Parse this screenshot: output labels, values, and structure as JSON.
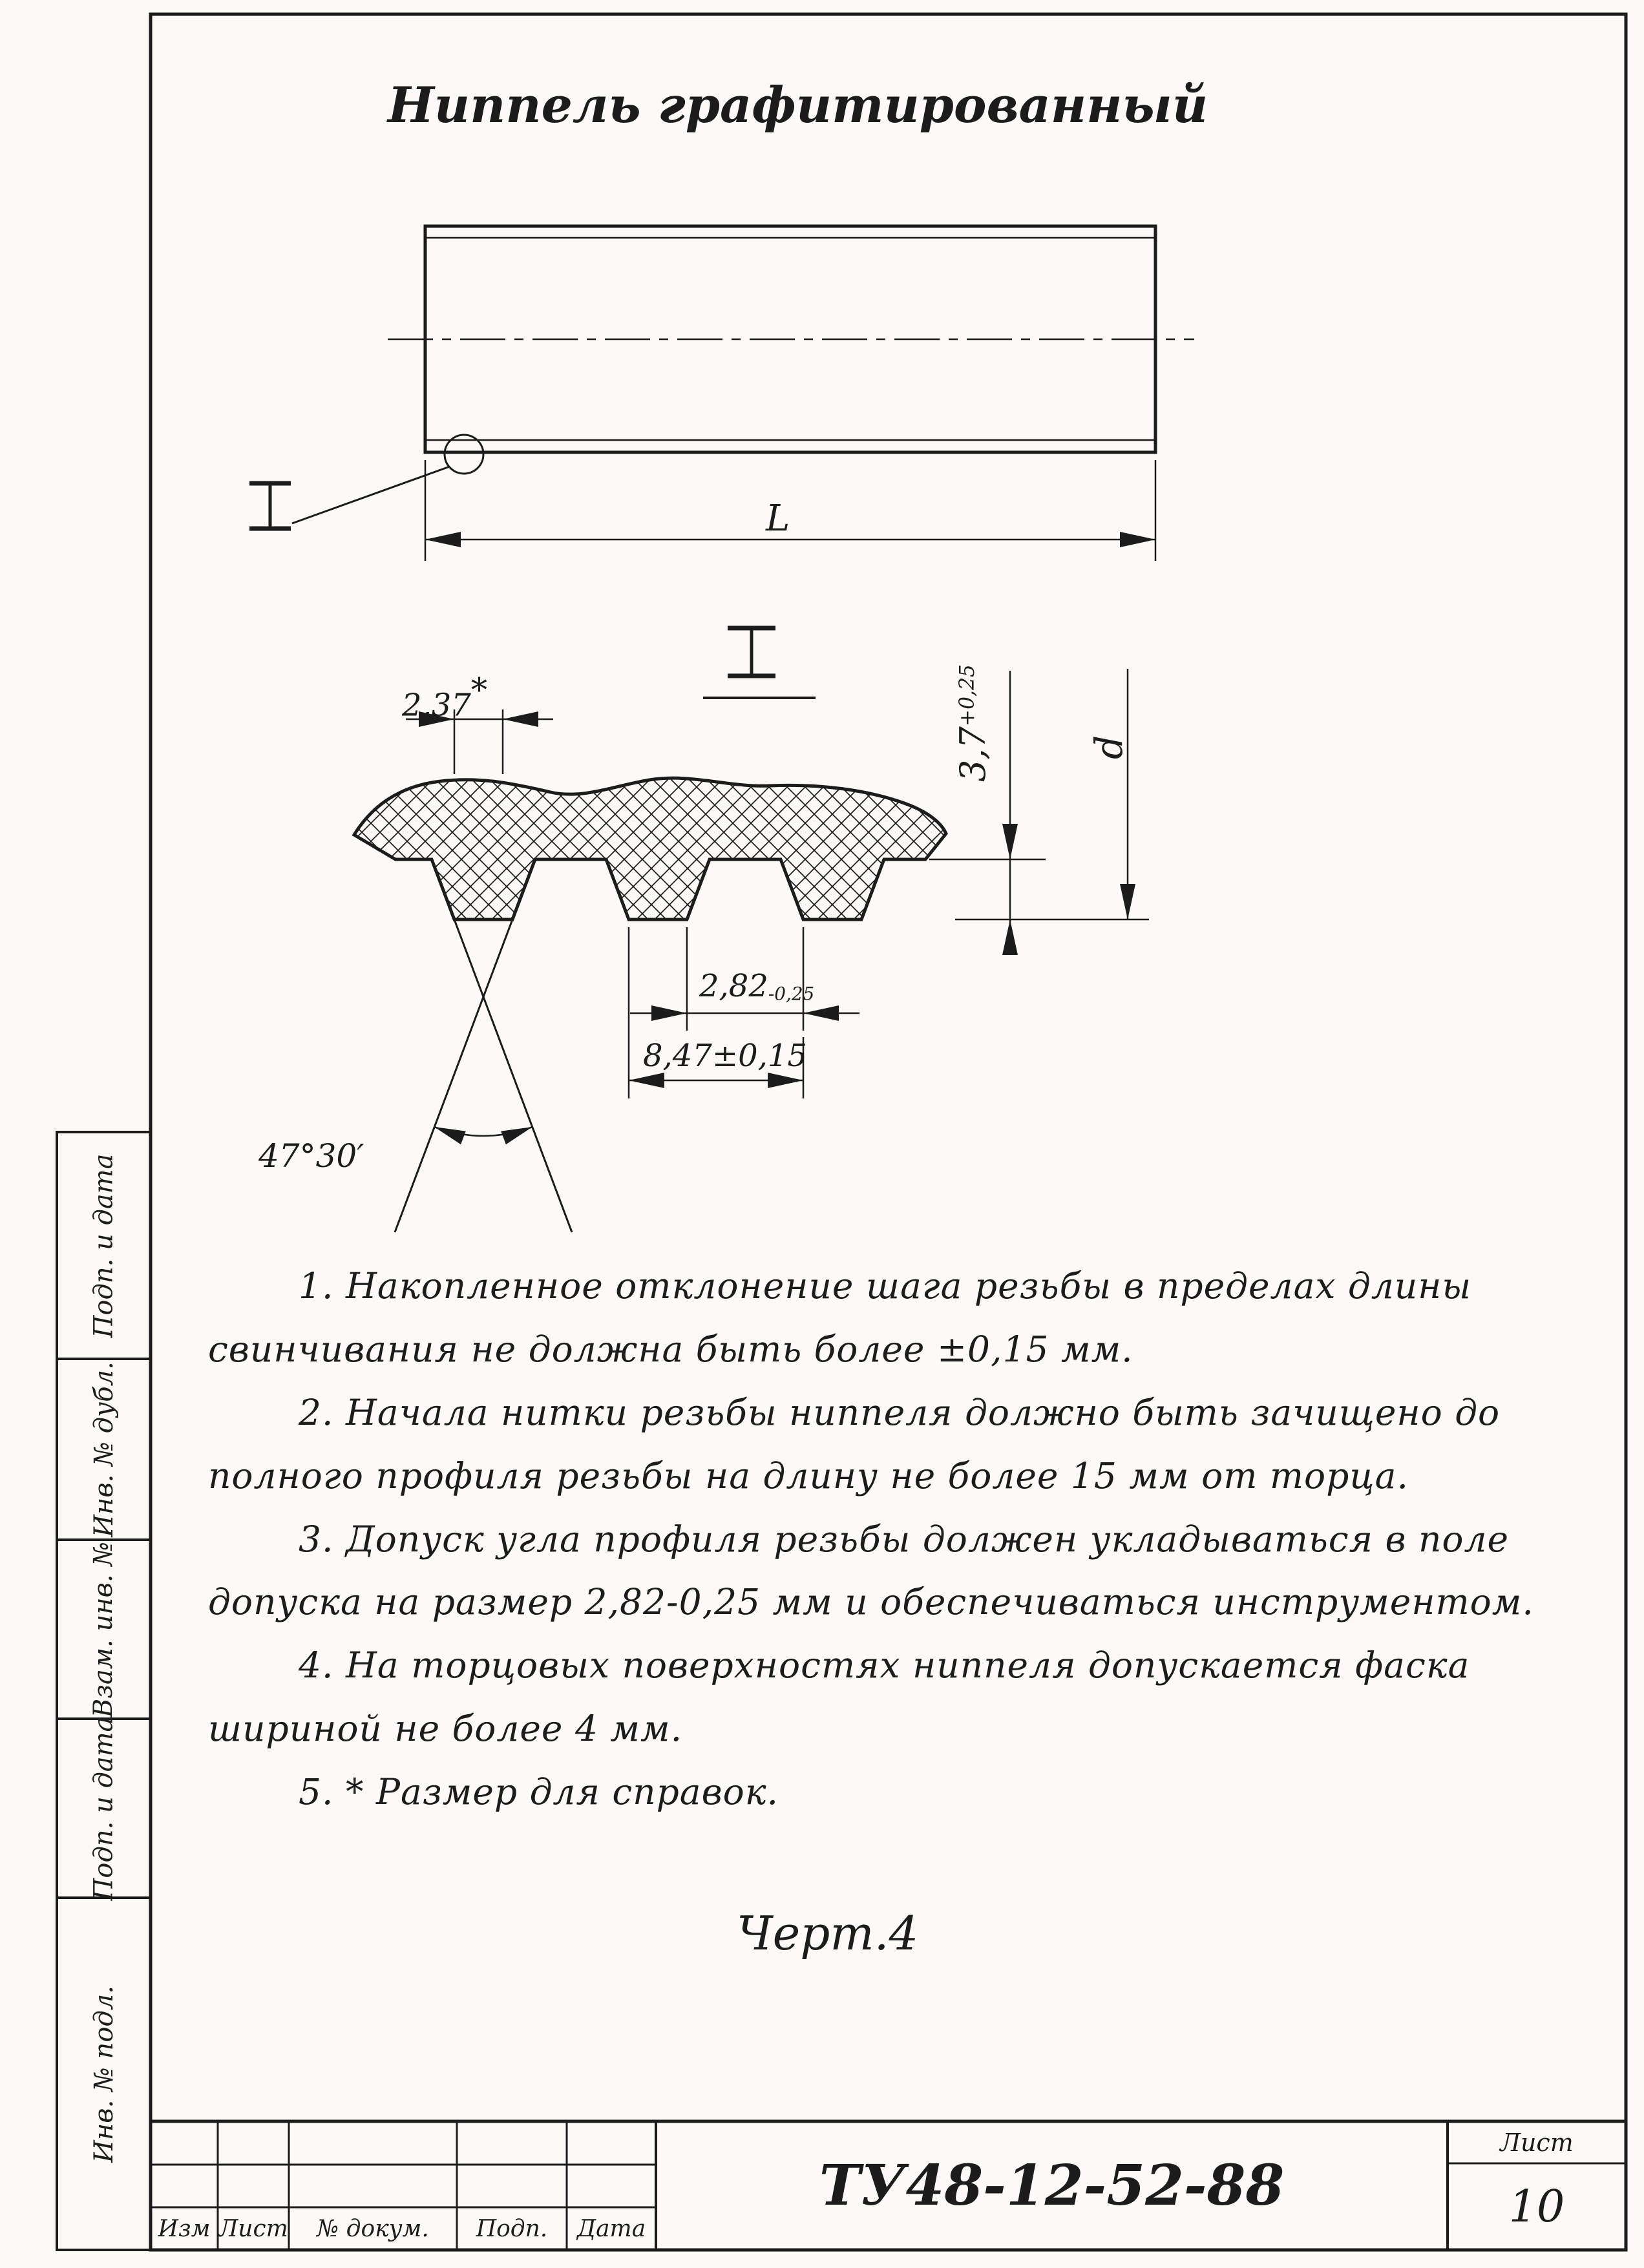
{
  "page": {
    "title": "Ниппель графитированный",
    "figure_caption": "Черт.4"
  },
  "main_view": {
    "length_label": "L"
  },
  "detail_view": {
    "dim_pitch_ref_value": "2,37",
    "dim_pitch_ref_star": "*",
    "dim_depth_value": "3,7",
    "dim_depth_tol": "+0,25",
    "dim_diameter_label": "d",
    "dim_groove_value": "2,82",
    "dim_groove_tol": "-0,25",
    "dim_pitch_value": "8,47±0,15",
    "dim_angle": "47°30′"
  },
  "notes": {
    "items": [
      "1. Накопленное отклонение шага резьбы в пределах длины свинчивания не должна быть более ±0,15 мм.",
      "2. Начала нитки резьбы ниппеля должно быть зачищено до полного профиля резьбы на длину не более 15 мм от торца.",
      "3. Допуск угла профиля резьбы должен укладываться в поле допуска на размер 2,82-0,25 мм и обеспечиваться инструментом.",
      "4. На торцовых поверхностях ниппеля допускается фаска шириной не более 4 мм.",
      "5. * Размер для справок."
    ]
  },
  "side_column": {
    "labels": [
      "Подп. и дата",
      "Инв. № дубл.",
      "Взам. инв. №",
      "Подп. и дата",
      "Инв. № подл."
    ]
  },
  "title_block": {
    "doc_number": "ТУ48-12-52-88",
    "sheet_label": "Лист",
    "sheet_number": "10",
    "footer_columns": [
      "Изм",
      "Лист",
      "№ докум.",
      "Подп.",
      "Дата"
    ]
  }
}
